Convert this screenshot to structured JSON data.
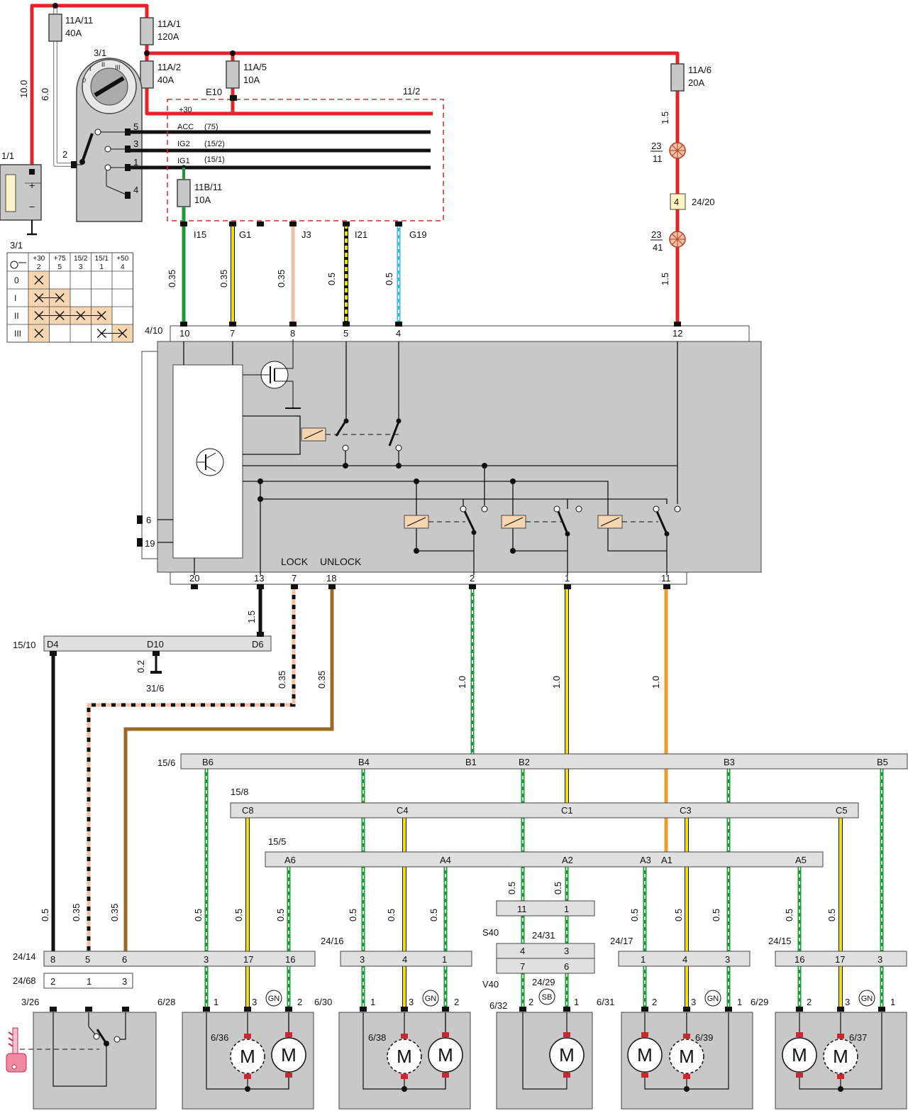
{
  "colors": {
    "red": "#e0262b",
    "black": "#111111",
    "green": "#1f9a3a",
    "yellow": "#f5e100",
    "pink": "#f3bfa6",
    "blue": "#3bbbe8",
    "orange": "#f09a2c",
    "brown": "#9a6a25",
    "box_gray": "#c8c8c8",
    "bar_gray": "#e0e0e0",
    "relay": "#f6d6b0",
    "fuse": "#c8c8c8"
  },
  "top": {
    "fuses": {
      "f11a11": [
        "11A/11",
        "40A"
      ],
      "f11a1": [
        "11A/1",
        "120A"
      ],
      "f11a2": [
        "11A/2",
        "40A"
      ],
      "f11a5": [
        "11A/5",
        "10A"
      ],
      "f11a6": [
        "11A/6",
        "20A"
      ],
      "f11b11": [
        "11B/11",
        "10A"
      ]
    },
    "battery_label": "1/1",
    "battery_plus": "+",
    "battery_minus": "−",
    "ignition_label": "3/1",
    "ign_terms": [
      "5",
      "3",
      "1",
      "4",
      "2"
    ],
    "wire_gauges": [
      "10.0",
      "6.0"
    ],
    "e10": "E10",
    "relaybox_label": "11/2",
    "busbars": [
      "+30",
      "ACC",
      "(75)",
      "IG2",
      "(15/2)",
      "IG1",
      "(15/1)"
    ],
    "outputs": [
      "I15",
      "G1",
      "J3",
      "I21",
      "G19"
    ],
    "output_gauges": [
      "0.35",
      "0.35",
      "0.35",
      "0.5",
      "0.5"
    ],
    "right_gauges": [
      "1.5",
      "1.5"
    ],
    "lamps": [
      [
        "23",
        "11"
      ],
      [
        "23",
        "41"
      ]
    ],
    "connector_24_20": [
      "4",
      "24/20"
    ]
  },
  "switch_table": {
    "title": "3/1",
    "headers": [
      [
        "+30",
        "2"
      ],
      [
        "+75",
        "5"
      ],
      [
        "15/2",
        "3"
      ],
      [
        "15/1",
        "1"
      ],
      [
        "+50",
        "4"
      ]
    ],
    "rows": [
      "0",
      "I",
      "II",
      "III"
    ]
  },
  "module": {
    "label": "4/10",
    "top_pins": [
      "10",
      "7",
      "8",
      "5",
      "4",
      "12"
    ],
    "side_pins": [
      "6",
      "19"
    ],
    "bottom_pins": [
      "20",
      "13",
      "7",
      "18",
      "2",
      "1",
      "11"
    ],
    "lock": "LOCK",
    "unlock": "UNLOCK"
  },
  "ground_block": {
    "label": "15/10",
    "pins": [
      "D4",
      "D10",
      "D6"
    ],
    "ground": "31/6",
    "gauges": [
      "1.5",
      "0.2"
    ]
  },
  "mid_gauges": [
    "0.35",
    "0.35",
    "1.0",
    "1.0",
    "1.0"
  ],
  "bars": {
    "b156": {
      "label": "15/6",
      "pins": [
        "B6",
        "B4",
        "B1",
        "B2",
        "B3",
        "B5"
      ]
    },
    "b158": {
      "label": "15/8",
      "pins": [
        "C8",
        "C4",
        "C1",
        "C3",
        "C5"
      ]
    },
    "b155": {
      "label": "15/5",
      "pins": [
        "A6",
        "A4",
        "A2",
        "A3",
        "A1",
        "A5"
      ]
    }
  },
  "connectors": {
    "c2414": {
      "label": "24/14",
      "pins": [
        "8",
        "5",
        "6",
        "3",
        "17",
        "16"
      ]
    },
    "c2468": {
      "label": "24/68",
      "pins": [
        "2",
        "1",
        "3"
      ]
    },
    "c2416": {
      "label": "24/16",
      "pins": [
        "3",
        "4",
        "1"
      ]
    },
    "c2417": {
      "label": "24/17",
      "pins": [
        "1",
        "4",
        "3"
      ]
    },
    "c2415": {
      "label": "24/15",
      "pins": [
        "16",
        "17",
        "3"
      ]
    },
    "s40": {
      "label": "S40",
      "top_pins": [
        "11",
        "1"
      ],
      "c2431": "24/31",
      "c2431_pins": [
        "4",
        "3"
      ],
      "c2429": "24/29",
      "c2429_pins": [
        "7",
        "6"
      ]
    },
    "v40": "V40"
  },
  "lower_gauges": {
    "left": [
      "0.5",
      "0.35",
      "0.35"
    ],
    "group1": [
      "0.5",
      "0.5",
      "0.5"
    ],
    "group2": [
      "0.5",
      "0.5",
      "0.5"
    ],
    "s40": [
      "0.5",
      "0.5"
    ],
    "group3": [
      "0.5",
      "0.5",
      "0.5"
    ],
    "group4": [
      "0.5",
      "0.5"
    ]
  },
  "actuators": {
    "a326": {
      "label": "3/26"
    },
    "a628": {
      "label": "6/28",
      "sub": "6/36",
      "pins": [
        "1",
        "3",
        "2"
      ],
      "tag": "GN"
    },
    "a630": {
      "label": "6/30",
      "sub": "6/38",
      "pins": [
        "1",
        "3",
        "2"
      ],
      "tag": "GN"
    },
    "a632": {
      "label": "6/32",
      "pins": [
        "2",
        "1"
      ],
      "tag": "SB"
    },
    "a631": {
      "label": "6/31",
      "sub": "6/39",
      "pins": [
        "2",
        "3",
        "1"
      ],
      "tag": "GN"
    },
    "a629": {
      "label": "6/29",
      "sub": "6/37",
      "pins": [
        "2",
        "3",
        "1"
      ],
      "tag": "GN"
    },
    "motor": "M"
  }
}
